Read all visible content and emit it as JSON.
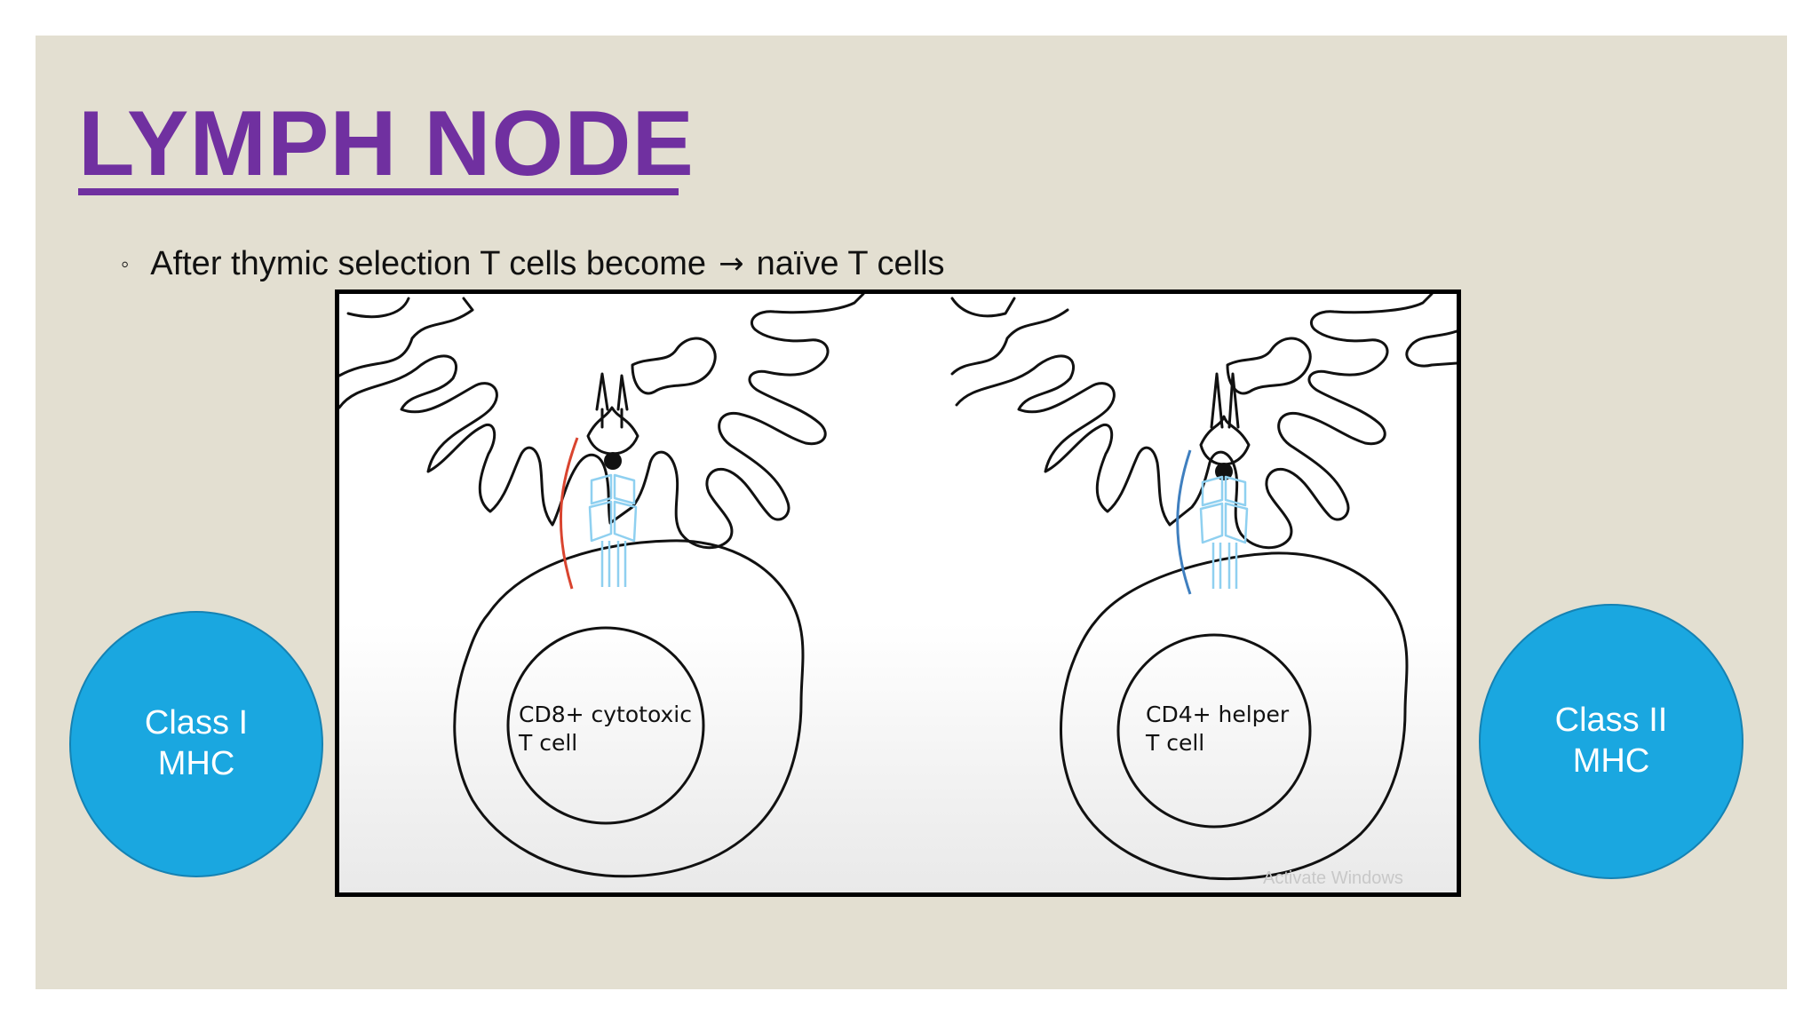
{
  "slide": {
    "title": "LYMPH NODE",
    "bullet": {
      "marker": "◦",
      "before_arrow": "After thymic selection T cells become",
      "arrow": "→",
      "after_arrow": "naïve T cells"
    }
  },
  "figure": {
    "left_cell_label_line1": "CD8+ cytotoxic",
    "left_cell_label_line2": "T cell",
    "right_cell_label_line1": "CD4+ helper",
    "right_cell_label_line2": "T cell",
    "watermark": "Activate Windows"
  },
  "callouts": {
    "left_mhc": "Class I\nMHC",
    "right_mhc": "Class II\nMHC"
  },
  "colors": {
    "title": "#7030a0",
    "background": "#e3dfd1",
    "mhc_fill": "#1aa7e0",
    "cd8_coreceptor": "#d9442f",
    "cd4_coreceptor": "#3f7fbf",
    "tcr": "#8fd0f0"
  },
  "icons": {
    "dendritic_cell": "dendritic-cell-outline",
    "t_cell": "t-cell-outline",
    "mhc_molecule": "mhc-molecule",
    "tcr": "t-cell-receptor"
  }
}
